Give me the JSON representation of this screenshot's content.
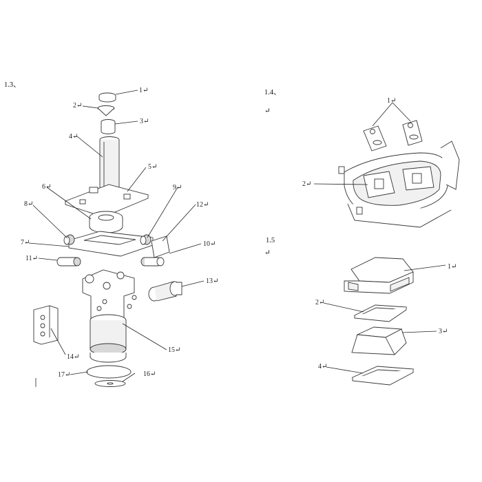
{
  "sections": {
    "s13": "1.3、",
    "s14": "1.4、",
    "s14_mark": "↵",
    "s15": "1.5",
    "s15_mark": "↵"
  },
  "callouts": {
    "c13_1": "1↵",
    "c13_2": "2↵",
    "c13_3": "3↵",
    "c13_4": "4↵",
    "c13_5": "5↵",
    "c13_6": "6↵",
    "c13_7": "7↵",
    "c13_8": "8↵",
    "c13_9": "9↵",
    "c13_10": "10↵",
    "c13_11": "11↵",
    "c13_12": "12↵",
    "c13_13": "13↵",
    "c13_14": "14↵",
    "c13_15": "15↵",
    "c13_16": "16↵",
    "c13_17": "17↵",
    "c14_1": "1↵",
    "c14_2": "2↵",
    "c15_1": "1↵",
    "c15_2": "2↵",
    "c15_3": "3↵",
    "c15_4": "4↵"
  }
}
